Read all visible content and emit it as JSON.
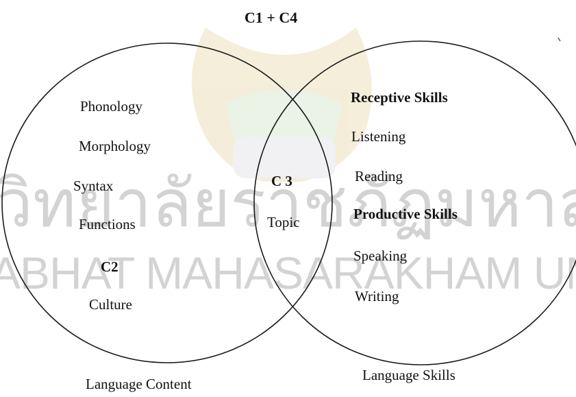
{
  "watermark": {
    "thai_text": "วิทยาลัยราชภัฏมหาสารคาม",
    "english_text": "ABHAT MAHASARAKHAM UNIVERSITY"
  },
  "diagram": {
    "top_label": "C1 + C4",
    "left_circle": {
      "caption": "Language Content",
      "items": [
        "Phonology",
        "Morphology",
        "Syntax",
        "Functions"
      ],
      "group_label": "C2",
      "group_item": "Culture"
    },
    "overlap": {
      "label": "C 3",
      "item": "Topic"
    },
    "right_circle": {
      "caption": "Language Skills",
      "receptive_heading": "Receptive Skills",
      "receptive_items": [
        "Listening",
        "Reading"
      ],
      "productive_heading": "Productive Skills",
      "productive_items": [
        "Speaking",
        "Writing"
      ]
    }
  }
}
